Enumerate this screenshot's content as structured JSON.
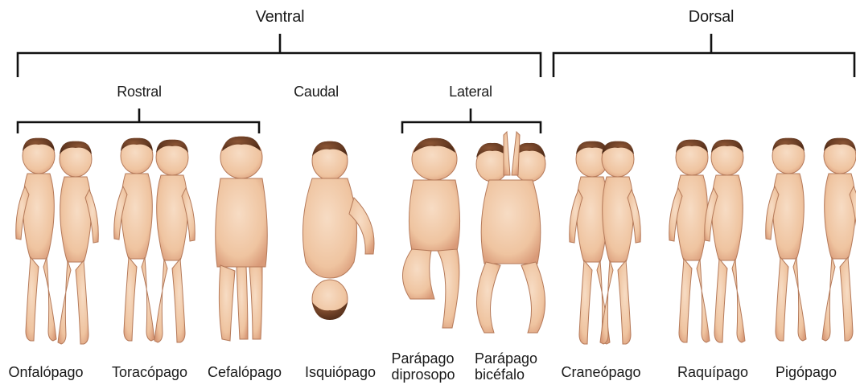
{
  "groups": {
    "ventral": "Ventral",
    "dorsal": "Dorsal"
  },
  "subgroups": {
    "rostral": "Rostral",
    "caudal": "Caudal",
    "lateral": "Lateral"
  },
  "captions": {
    "onfalopago": "Onfalópago",
    "toracopago": "Toracópago",
    "cefalopago": "Cefalópago",
    "isquiopago": "Isquiópago",
    "parapago_diprosopo_1": "Parápago",
    "parapago_diprosopo_2": "diprosopo",
    "parapago_bicefalo_1": "Parápago",
    "parapago_bicefalo_2": "bicéfalo",
    "craneopago": "Craneópago",
    "raquipago": "Raquípago",
    "pigopago": "Pigópago"
  },
  "colors": {
    "skin": "#f2c9a8",
    "skin_shadow": "#d99a78",
    "hair": "#6b3d24",
    "line": "#111111"
  }
}
